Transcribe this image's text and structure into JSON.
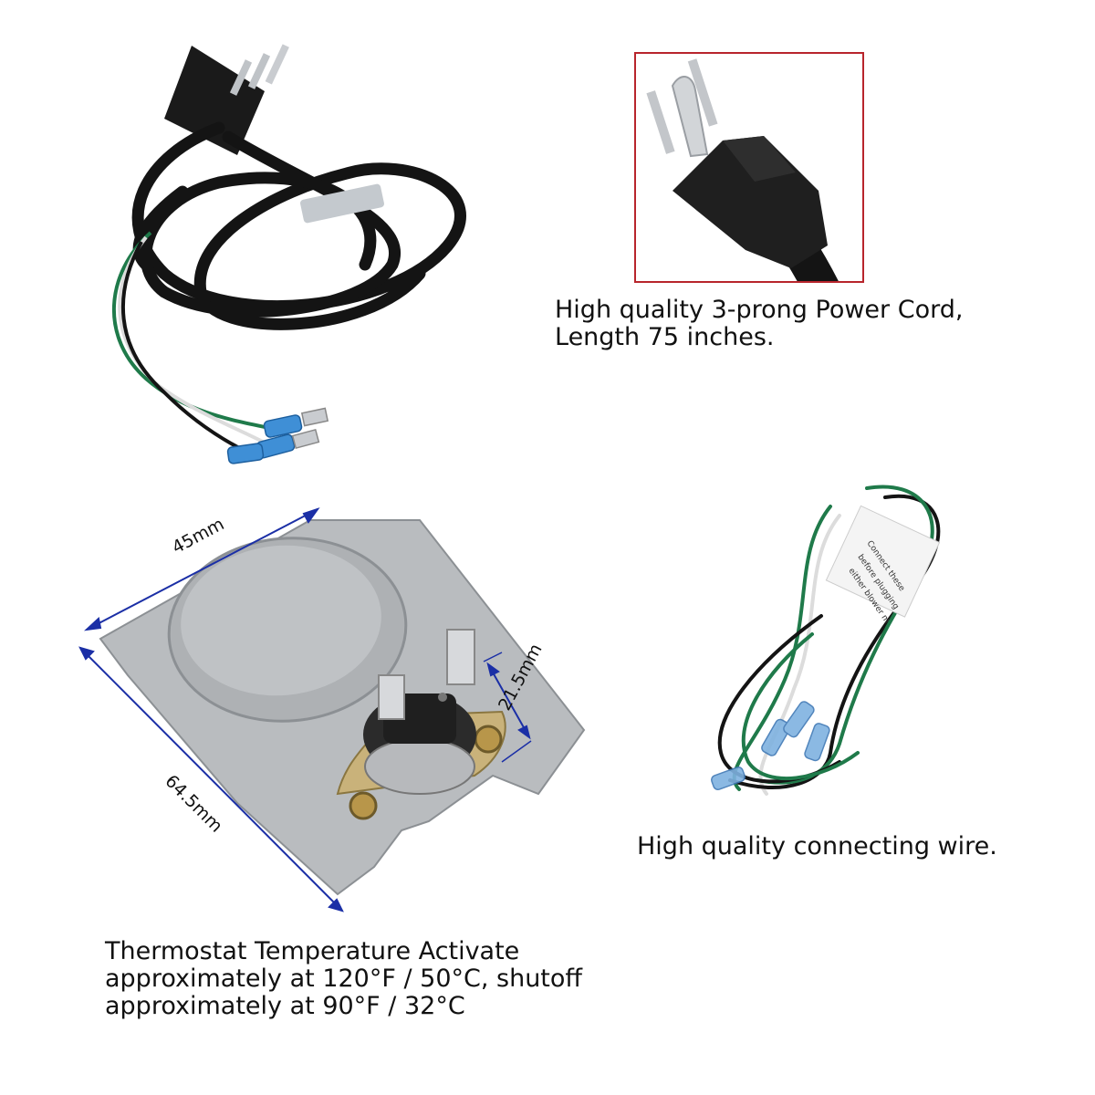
{
  "power_cord": {
    "caption_line1": "High quality 3-prong Power Cord,",
    "caption_line2": "Length 75 inches."
  },
  "connecting_wire": {
    "caption": "High quality connecting wire.",
    "tag_text": [
      "Connect these",
      "before plugging",
      "either blower m"
    ]
  },
  "thermostat": {
    "dim_width": "45mm",
    "dim_height": "64.5mm",
    "dim_tab": "21.5mm",
    "caption_line1": "Thermostat Temperature Activate",
    "caption_line2": "approximately at 120°F / 50°C, shutoff",
    "caption_line3": "approximately at 90°F / 32°C"
  },
  "colors": {
    "frame_red": "#b8252c",
    "dimension_blue": "#1b2fa6",
    "cord_black": "#141414",
    "wire_green": "#1f7a4a",
    "terminal_blue": "#3f8fd6",
    "plate_silver": "#b9bcbf"
  }
}
